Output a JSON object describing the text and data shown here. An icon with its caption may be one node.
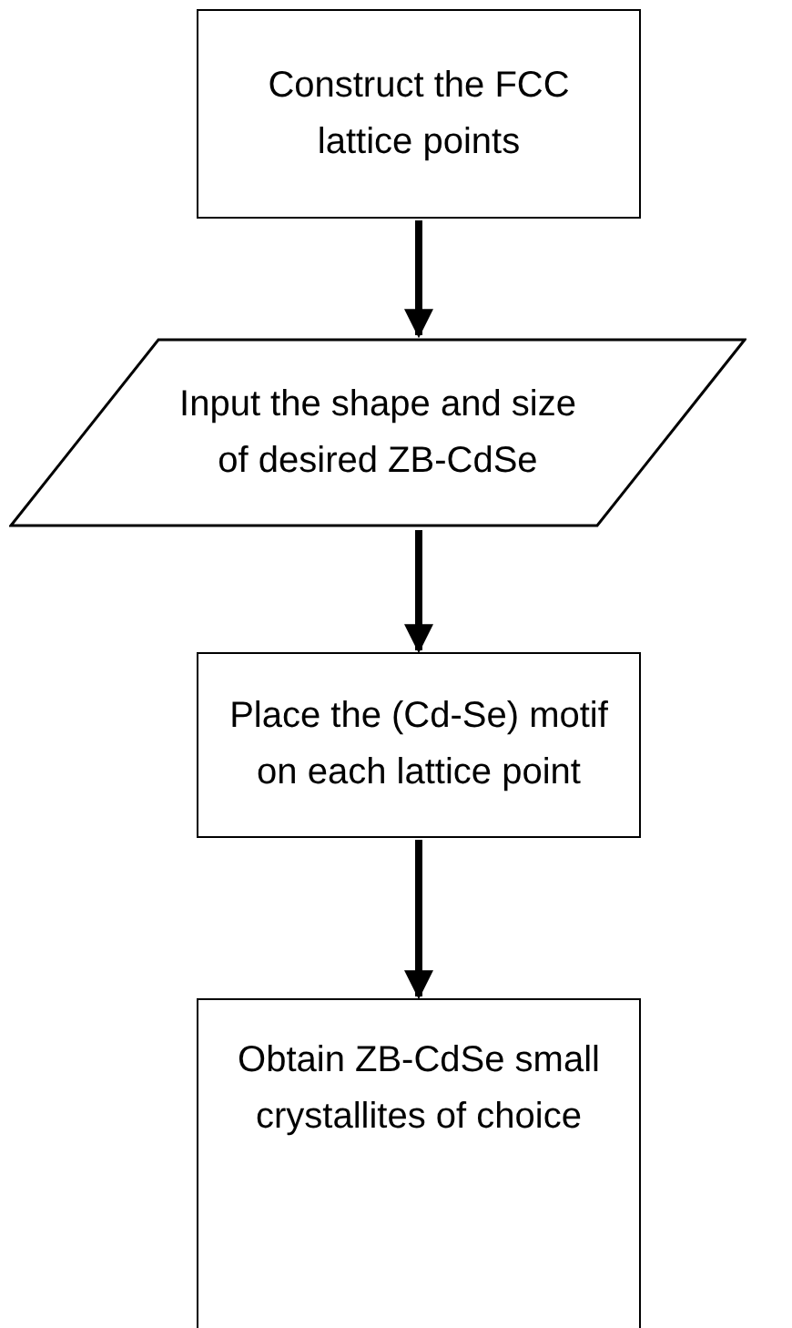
{
  "diagram": {
    "nodes": [
      {
        "text": [
          "Construct the FCC lattice points"
        ]
      },
      {
        "text": [
          "Input the shape and size of desired ZB-CdSe"
        ]
      },
      {
        "text": [
          "Place the (Cd-Se) motif on each lattice point"
        ]
      },
      {
        "text": [
          "Obtain ZB-CdSe small crystallites of choice"
        ]
      }
    ],
    "edges": [
      {
        "from": 0,
        "to": 1,
        "arrow": "to"
      },
      {
        "from": 1,
        "to": 2,
        "arrow": "to"
      },
      {
        "from": 2,
        "to": 3,
        "arrow": "to"
      }
    ]
  }
}
